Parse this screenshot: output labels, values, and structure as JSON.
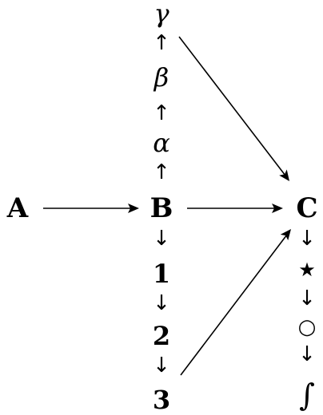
{
  "nodes": {
    "A": "A",
    "B": "B",
    "C": "C",
    "gamma": "γ",
    "beta": "β",
    "alpha": "α",
    "one": "1",
    "two": "2",
    "three": "3",
    "star": "★",
    "circle": "○",
    "integral": "∫"
  },
  "arrows": {
    "up": "↑",
    "down": "↓"
  },
  "edges": [
    {
      "from": "A",
      "to": "B"
    },
    {
      "from": "B",
      "to": "C"
    },
    {
      "from": "gamma",
      "to": "C"
    },
    {
      "from": "three",
      "to": "C"
    }
  ]
}
